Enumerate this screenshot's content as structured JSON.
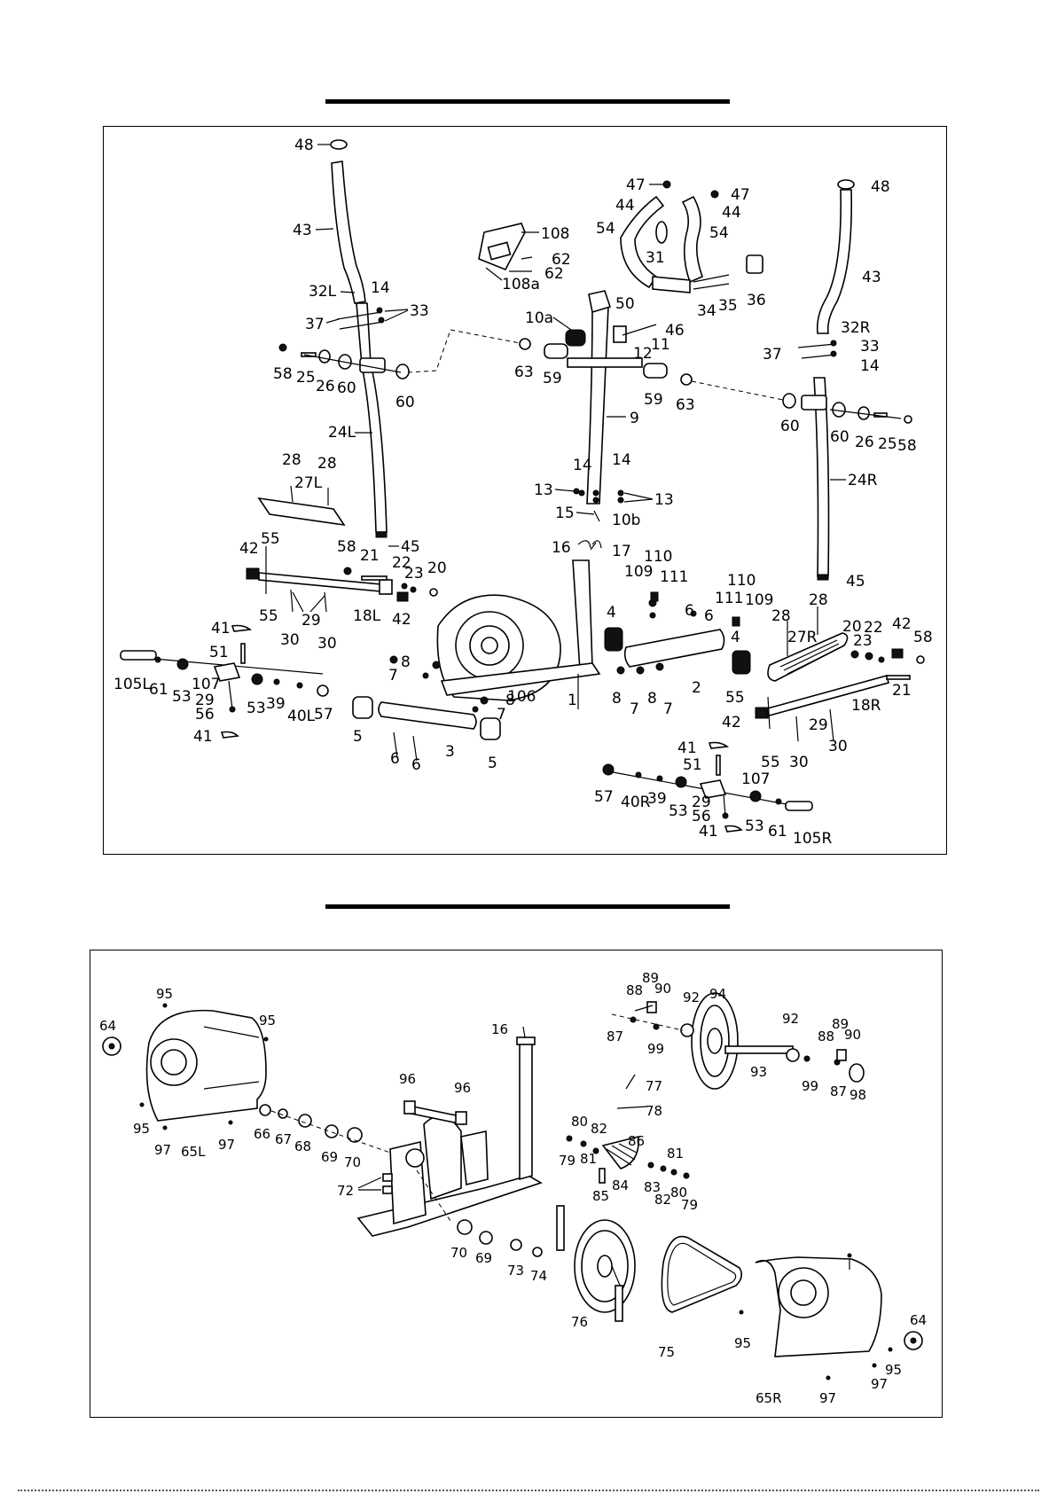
{
  "panel1": {
    "labels": {
      "l48a": "48",
      "l43a": "43",
      "l32L": "32L",
      "l14a": "14",
      "l37a": "37",
      "l33a": "33",
      "l58a": "58",
      "l25a": "25",
      "l26a": "26",
      "l60a": "60",
      "l60b": "60",
      "l24L": "24L",
      "l28a": "28",
      "l28b": "28",
      "l27L": "27L",
      "l45a": "45",
      "l42a": "42",
      "l55a": "55",
      "l55b": "55",
      "l58b": "58",
      "l21a": "21",
      "l22a": "22",
      "l23a": "23",
      "l20a": "20",
      "l18L": "18L",
      "l42b": "42",
      "l30a": "30",
      "l29a": "29",
      "l30b": "30",
      "l41a": "41",
      "l51a": "51",
      "l105L": "105L",
      "l61a": "61",
      "l53a": "53",
      "l107a": "107",
      "l29b": "29",
      "l56a": "56",
      "l53b": "53",
      "l39a": "39",
      "l40L": "40L",
      "l57a": "57",
      "l41b": "41",
      "l108": "108",
      "l62a": "62",
      "l62b": "62",
      "l108a": "108a",
      "l10a": "10a",
      "l50": "50",
      "l11": "11",
      "l12": "12",
      "l63a": "63",
      "l59a": "59",
      "l59b": "59",
      "l63b": "63",
      "l9": "9",
      "l14b": "14",
      "l14c": "14",
      "l13a": "13",
      "l13b": "13",
      "l15": "15",
      "l10b": "10b",
      "l16": "16",
      "l17": "17",
      "l47a": "47",
      "l44a": "44",
      "l54a": "54",
      "l47b": "47",
      "l44b": "44",
      "l54b": "54",
      "l31": "31",
      "l46": "46",
      "l34": "34",
      "l35": "35",
      "l36": "36",
      "l48b": "48",
      "l43b": "43",
      "l32R": "32R",
      "l33b": "33",
      "l37b": "37",
      "l14d": "14",
      "l60c": "60",
      "l60d": "60",
      "l26b": "26",
      "l25b": "25",
      "l58c": "58",
      "l24R": "24R",
      "l45b": "45",
      "l109a": "109",
      "l110a": "110",
      "l111a": "111",
      "l110b": "110",
      "l111b": "111",
      "l109b": "109",
      "l4a": "4",
      "l6a": "6",
      "l6b": "6",
      "l4b": "4",
      "l2": "2",
      "l8a": "8",
      "l7a": "7",
      "l8b": "8",
      "l7b": "7",
      "l28c": "28",
      "l28d": "28",
      "l27R": "27R",
      "l20b": "20",
      "l23b": "23",
      "l22b": "22",
      "l42c": "42",
      "l58d": "58",
      "l21b": "21",
      "l55c": "55",
      "l18R": "18R",
      "l42d": "42",
      "l29c": "29",
      "l30c": "30",
      "l30d": "30",
      "l55d": "55",
      "l8c": "8",
      "l7c": "7",
      "l106": "106",
      "l1": "1",
      "l8d": "8",
      "l7d": "7",
      "l5a": "5",
      "l6c": "6",
      "l6d": "6",
      "l3": "3",
      "l5b": "5",
      "l41c": "41",
      "l51b": "51",
      "l107b": "107",
      "l57b": "57",
      "l40R": "40R",
      "l39b": "39",
      "l53c": "53",
      "l29d": "29",
      "l56b": "56",
      "l53d": "53",
      "l61b": "61",
      "l105R": "105R",
      "l41d": "41"
    }
  },
  "panel2": {
    "labels": {
      "m95a": "95",
      "m64a": "64",
      "m95b": "95",
      "m95c": "95",
      "m97a": "97",
      "m65L": "65L",
      "m97b": "97",
      "m66": "66",
      "m67": "67",
      "m68": "68",
      "m69a": "69",
      "m70a": "70",
      "m96a": "96",
      "m96b": "96",
      "m16": "16",
      "m72": "72",
      "m70b": "70",
      "m69b": "69",
      "m73": "73",
      "m74": "74",
      "m88a": "88",
      "m89a": "89",
      "m90a": "90",
      "m87a": "87",
      "m99a": "99",
      "m92a": "92",
      "m94": "94",
      "m93": "93",
      "m92b": "92",
      "m99b": "99",
      "m88b": "88",
      "m89b": "89",
      "m90b": "90",
      "m87b": "87",
      "m98": "98",
      "m77": "77",
      "m78": "78",
      "m80a": "80",
      "m82a": "82",
      "m86": "86",
      "m79a": "79",
      "m81a": "81",
      "m85": "85",
      "m84": "84",
      "m81b": "81",
      "m83": "83",
      "m82b": "82",
      "m80b": "80",
      "m79b": "79",
      "m76": "76",
      "m75": "75",
      "m95d": "95",
      "m65R": "65R",
      "m97c": "97",
      "m97d": "97",
      "m95e": "95",
      "m64b": "64"
    }
  }
}
